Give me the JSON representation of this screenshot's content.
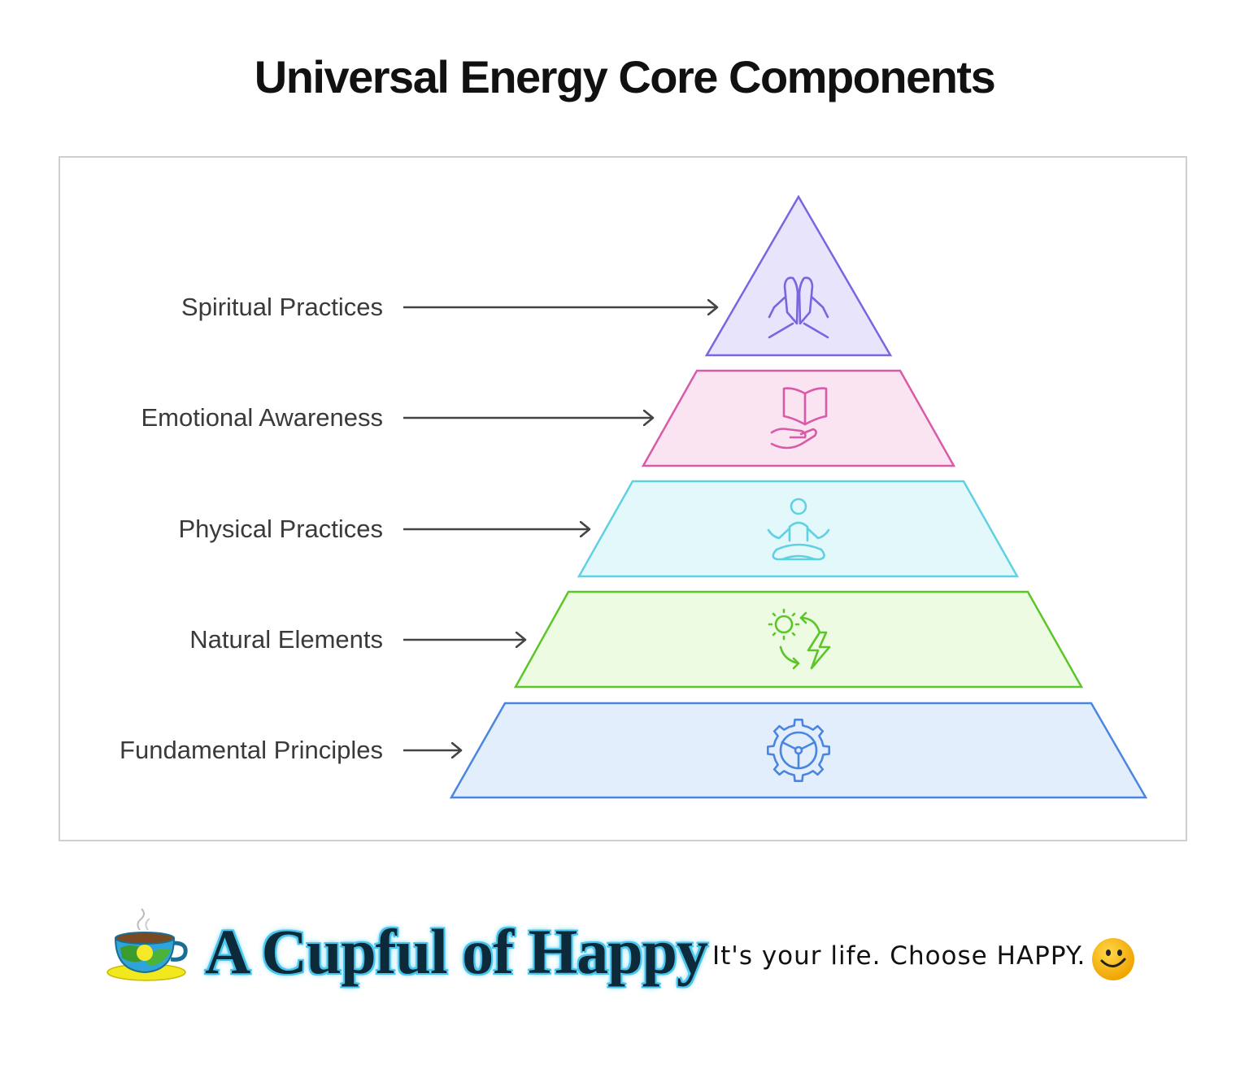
{
  "title": "Universal Energy Core Components",
  "layers": [
    {
      "label": "Spiritual Practices",
      "icon": "praying-hands-icon",
      "stroke": "#7b64e0",
      "fill": "#e8e4fb"
    },
    {
      "label": "Emotional Awareness",
      "icon": "book-in-hand-icon",
      "stroke": "#d85aa8",
      "fill": "#fbe4f1"
    },
    {
      "label": "Physical Practices",
      "icon": "meditation-pose-icon",
      "stroke": "#5fd1e2",
      "fill": "#e3f8fb"
    },
    {
      "label": "Natural Elements",
      "icon": "sun-energy-cycle-icon",
      "stroke": "#5cc628",
      "fill": "#edfbe3"
    },
    {
      "label": "Fundamental Principles",
      "icon": "gear-icon",
      "stroke": "#4a86e0",
      "fill": "#e3eefc"
    }
  ],
  "footer": {
    "brand": "A Cupful of Happy",
    "tagline": "It's your life. Choose HAPPY.",
    "logo_icon": "teacup-icon",
    "smiley_icon": "smiley-face-icon"
  }
}
